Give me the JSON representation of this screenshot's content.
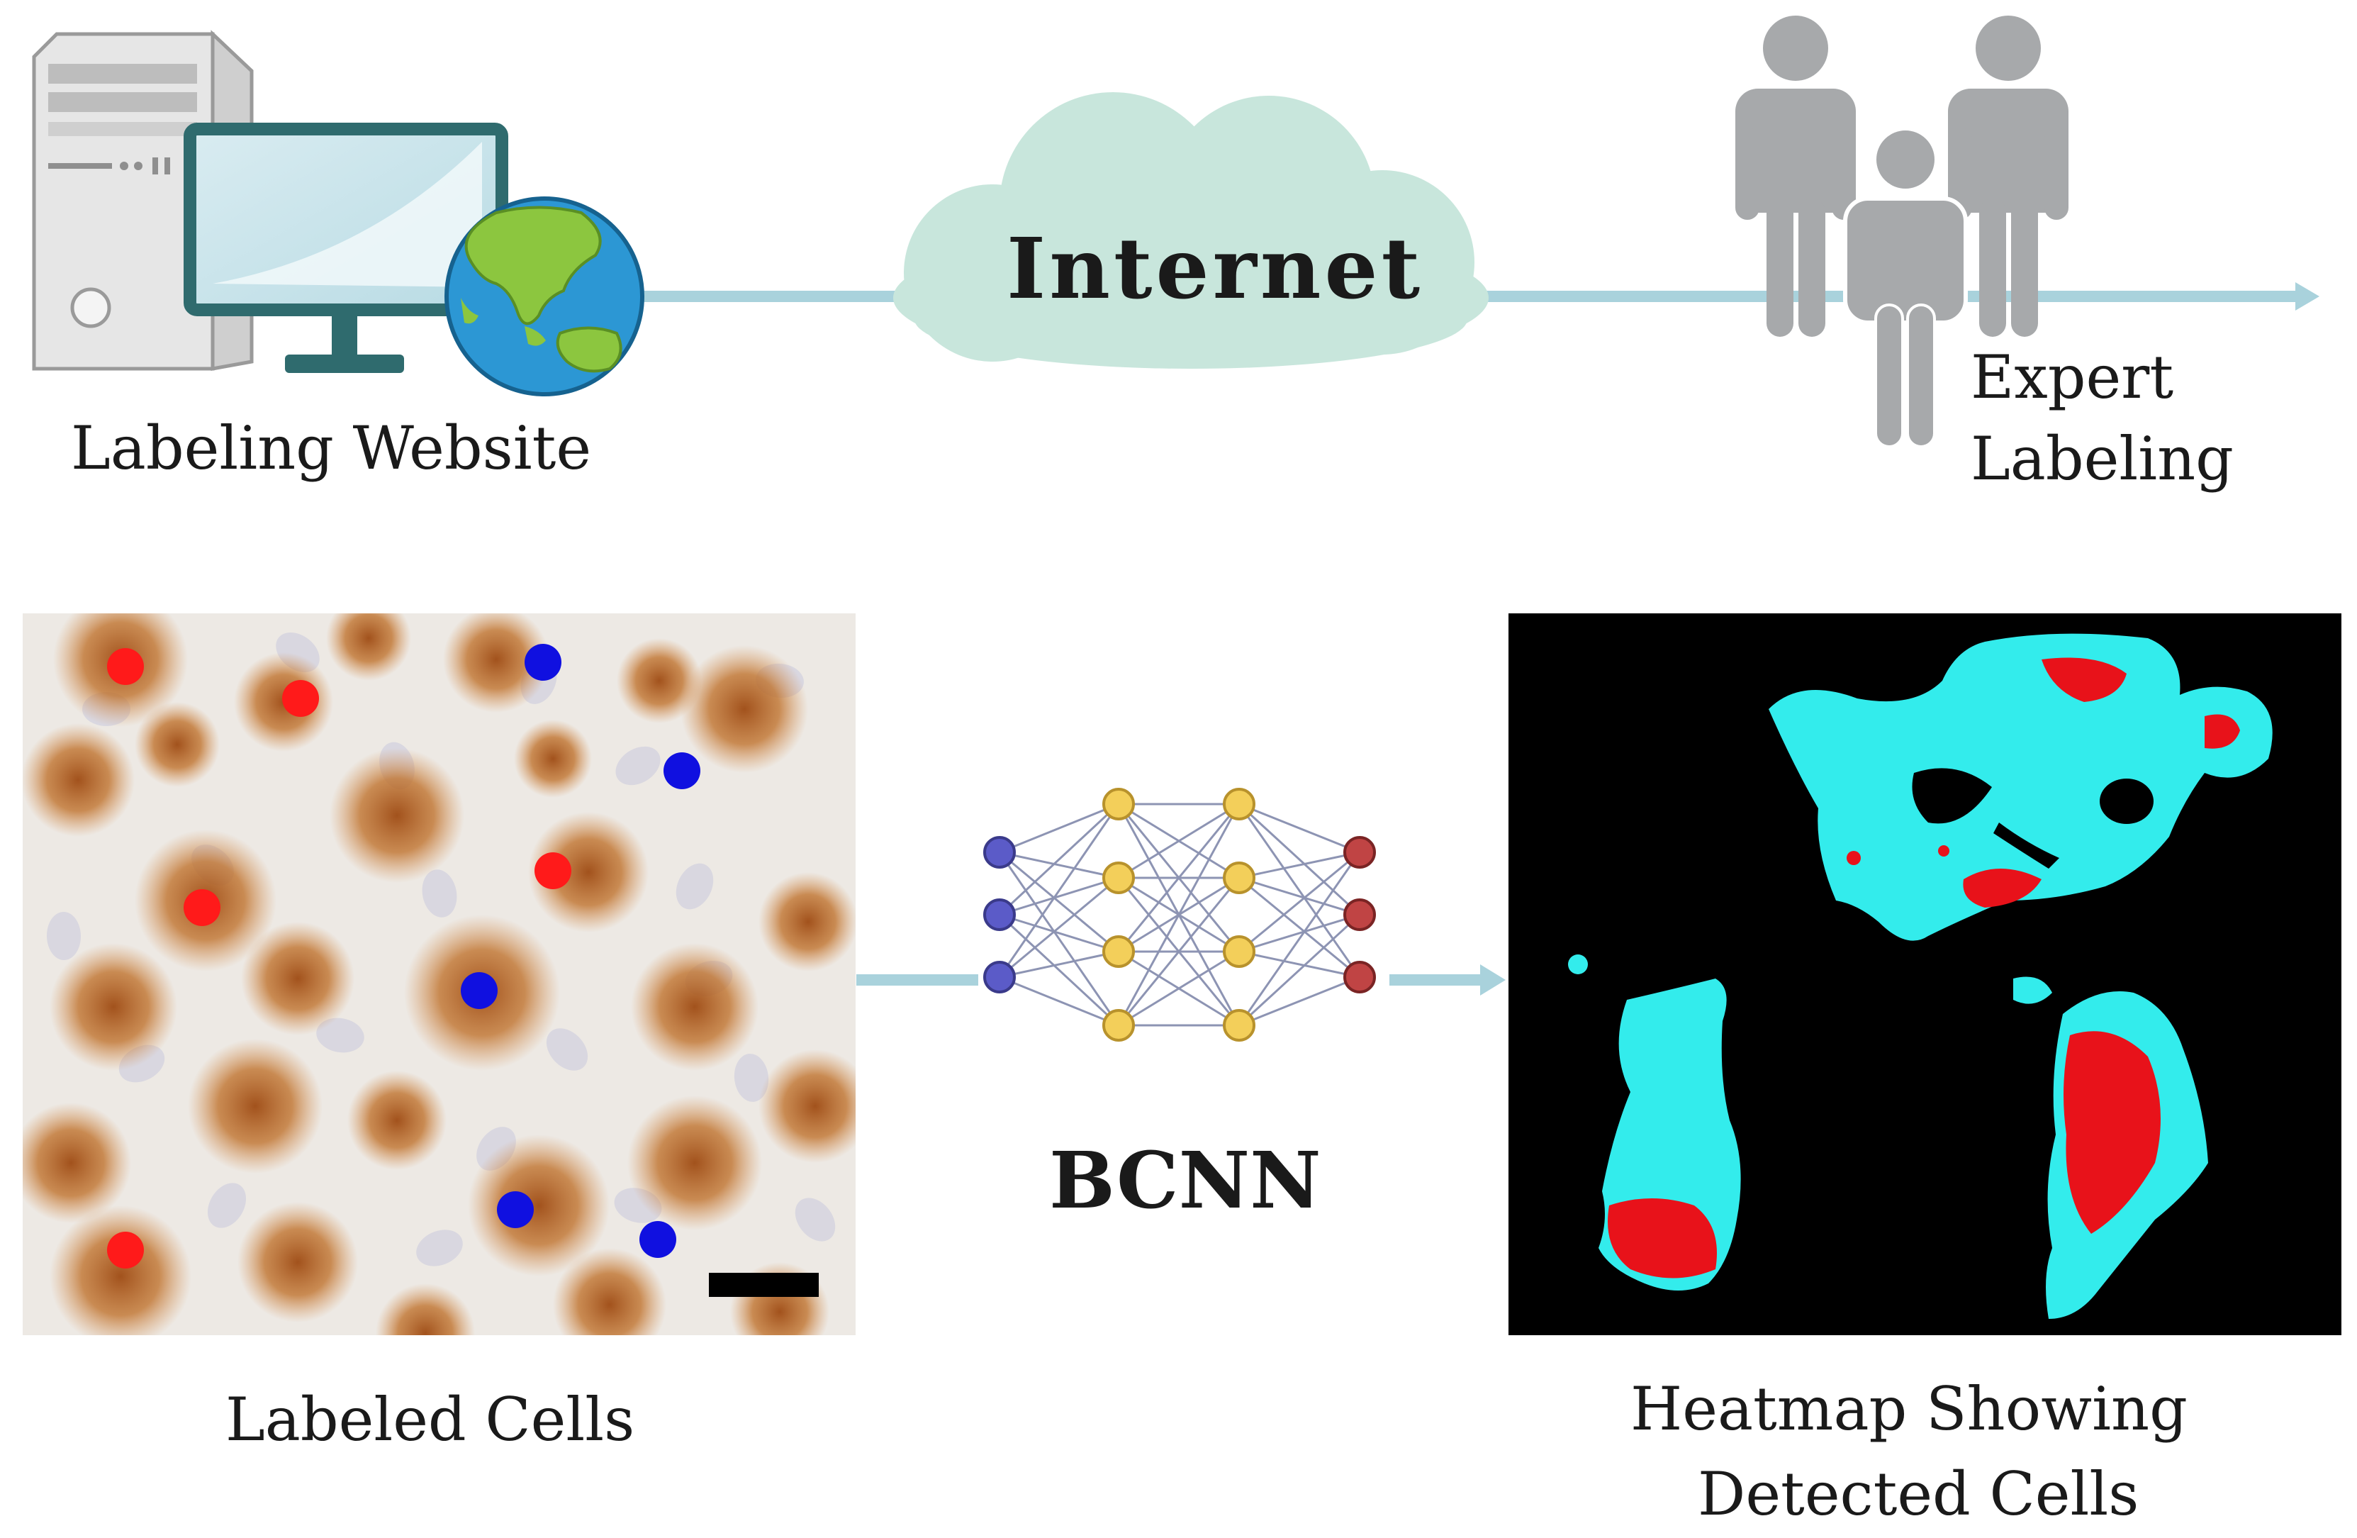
{
  "labels": {
    "website": "Labeling Website",
    "internet": "Internet",
    "expert_line1": "Expert",
    "expert_line2": "Labeling",
    "bcnn": "BCNN",
    "cells": "Labeled Cells",
    "heatmap_line1": "Heatmap Showing",
    "heatmap_line2": "Detected Cells"
  },
  "colors": {
    "connector": "#a9d2dc",
    "cloud": "#c8e6dc",
    "person": "#a7a9ab",
    "monitor_frame": "#2f6b6e",
    "positive_marker": "#ff1a1a",
    "negative_marker": "#1010e0",
    "heatmap_background": "#000000",
    "heatmap_tissue": "#33ecec",
    "heatmap_detected": "#e8121a",
    "input_node": "#5b5bc8",
    "hidden_node": "#f3cf5a",
    "output_node": "#c04444"
  },
  "icons": [
    "desktop-computer-icon",
    "globe-icon",
    "cloud-icon",
    "people-icon",
    "neural-network-icon"
  ],
  "network": {
    "layers": [
      3,
      4,
      4,
      3
    ]
  }
}
